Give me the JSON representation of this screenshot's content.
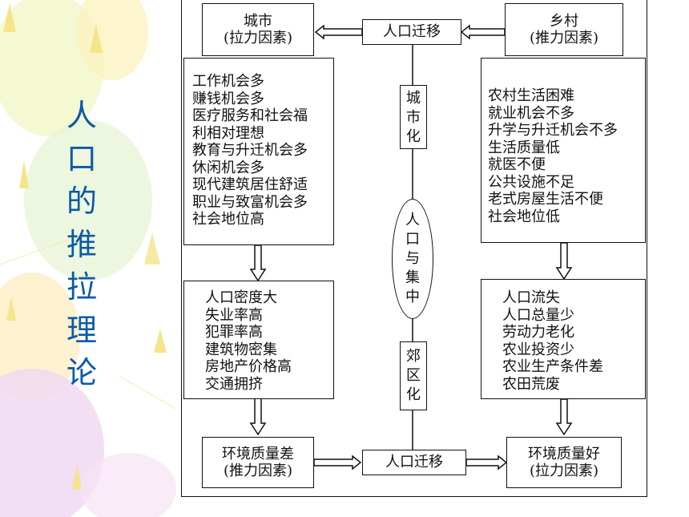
{
  "side_title": [
    "人",
    "口",
    "的",
    "推",
    "拉",
    "理",
    "论"
  ],
  "colors": {
    "title": "#0a5aa8",
    "line": "#111111"
  },
  "city_box": {
    "line1": "城市",
    "line2": "(拉力因素)"
  },
  "rural_box": {
    "line1": "乡村",
    "line2": "(推力因素)"
  },
  "migration_top": "人口迁移",
  "migration_bottom": "人口迁移",
  "city_pull_items": [
    "工作机会多",
    "赚钱机会多",
    "医疗服务和社会福",
    "利相对理想",
    "教育与升迁机会多",
    "休闲机会多",
    "现代建筑居住舒适",
    "职业与致富机会多",
    "社会地位高"
  ],
  "rural_push_items": [
    "农村生活困难",
    "就业机会不多",
    "升学与升迁机会不多",
    "生活质量低",
    "就医不便",
    "公共设施不足",
    "老式房屋生活不便",
    "社会地位低"
  ],
  "city_problems": [
    "人口密度大",
    "失业率高",
    "犯罪率高",
    "建筑物密集",
    "房地产价格高",
    "交通拥挤"
  ],
  "rural_results": [
    "人口流失",
    "人口总量少",
    "劳动力老化",
    "农业投资少",
    "农业生产条件差",
    "农田荒废"
  ],
  "urbanization": [
    "城",
    "市",
    "化"
  ],
  "concentration": [
    "人",
    "口",
    "与",
    "集",
    "中"
  ],
  "suburbanization": [
    "郊",
    "区",
    "化"
  ],
  "env_poor": {
    "line1": "环境质量差",
    "line2": "(推力因素)"
  },
  "env_good": {
    "line1": "环境质量好",
    "line2": "(拉力因素)"
  }
}
